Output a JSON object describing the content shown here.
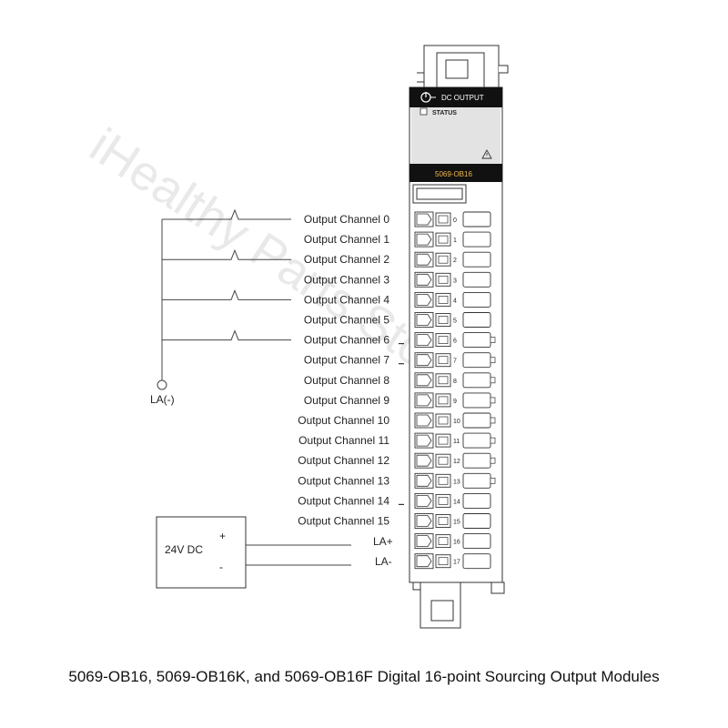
{
  "watermark": "iHealthy Parts Store",
  "module": {
    "header_label": "DC OUTPUT",
    "status_label": "STATUS",
    "catalog_label": "5069-OB16",
    "power_icon": "power-icon",
    "warning_icon": "warning-triangle-icon",
    "terminal_numbers": [
      "0",
      "1",
      "2",
      "3",
      "4",
      "5",
      "6",
      "7",
      "8",
      "9",
      "10",
      "11",
      "12",
      "13",
      "14",
      "15",
      "16",
      "17"
    ]
  },
  "channels": [
    "Output Channel 0",
    "Output Channel 1",
    "Output Channel 2",
    "Output Channel 3",
    "Output Channel 4",
    "Output Channel 5",
    "Output Channel 6",
    "Output Channel 7",
    "Output Channel 8",
    "Output Channel 9",
    "Output Channel 10",
    "Output Channel 11",
    "Output Channel 12",
    "Output Channel 13",
    "Output Channel 14",
    "Output Channel 15"
  ],
  "wired_channels": [
    0,
    2,
    4,
    6
  ],
  "common_label": "LA(-)",
  "power_supply": {
    "label": "24V DC",
    "plus": "+",
    "minus": "-"
  },
  "la_plus": "LA+",
  "la_minus": "LA-",
  "caption": "5069-OB16, 5069-OB16K, and 5069-OB16F Digital 16-point Sourcing Output Modules",
  "colors": {
    "module_header": "#111111",
    "catalog_text": "#f2b84b",
    "status_panel": "#e3e3e3"
  }
}
